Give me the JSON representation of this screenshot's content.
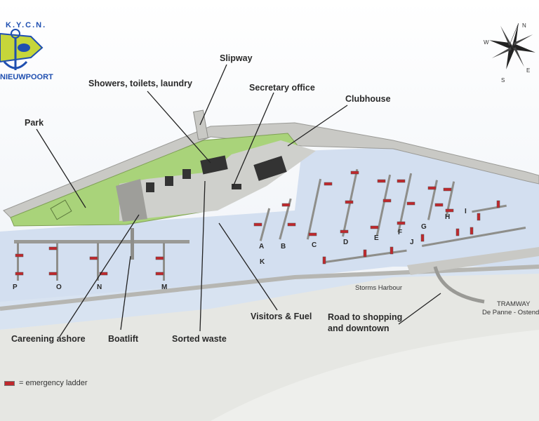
{
  "logo": {
    "top_text": "K.Y.C.N.",
    "bottom_text": "NIEUWPOORT"
  },
  "compass": {
    "north": "N",
    "east": "E",
    "south": "S",
    "west": "W"
  },
  "facility_labels": {
    "slipway": "Slipway",
    "showers": "Showers, toilets, laundry",
    "secretary": "Secretary office",
    "clubhouse": "Clubhouse",
    "park": "Park",
    "careening": "Careening ashore",
    "boatlift": "Boatlift",
    "sorted_waste": "Sorted waste",
    "visitors_fuel": "Visitors & Fuel",
    "road": "Road to shopping\nand downtown",
    "storms_harbour": "Storms Harbour",
    "tramway_title": "TRAMWAY",
    "tramway_route": "De Panne - Ostende"
  },
  "piers": [
    "A",
    "B",
    "C",
    "D",
    "E",
    "F",
    "G",
    "H",
    "I",
    "J",
    "K",
    "P",
    "O",
    "N",
    "M"
  ],
  "legend": {
    "label": "= emergency ladder",
    "color": "#c0282d"
  },
  "colors": {
    "water": "#d3dff0",
    "land": "#e7e8e4",
    "grass": "#a9d37a",
    "quay": "#c9c9c5",
    "building": "#3c3c3c"
  }
}
